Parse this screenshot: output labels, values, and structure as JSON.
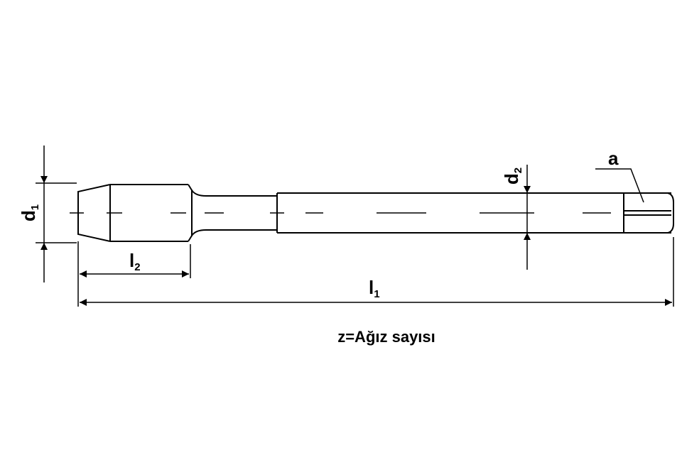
{
  "labels": {
    "d1": {
      "main": "d",
      "sub": "1"
    },
    "d2": {
      "main": "d",
      "sub": "2"
    },
    "l1": {
      "main": "l",
      "sub": "1"
    },
    "l2": {
      "main": "l",
      "sub": "2"
    },
    "a": "a"
  },
  "caption": "z=Ağız sayısı",
  "colors": {
    "line": "#000000",
    "background": "#ffffff"
  }
}
